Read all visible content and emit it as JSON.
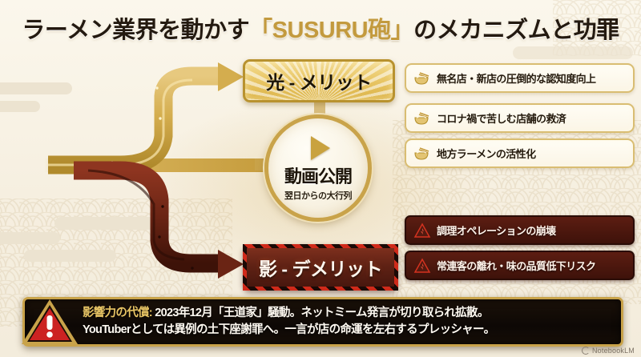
{
  "title": {
    "pre": "ラーメン業界を動かす",
    "highlight": "「SUSURU砲」",
    "post": "のメカニズムと功罪"
  },
  "hub": {
    "main": "動画公開",
    "sub": "翌日からの大行列",
    "play_icon": "play-icon"
  },
  "banners": {
    "light": {
      "label": "光 - メリット",
      "color": "#dcb347"
    },
    "dark": {
      "label": "影 - デメリット",
      "color": "#5e2114"
    }
  },
  "merits": [
    {
      "label": "無名店・新店の圧倒的な認知度向上",
      "icon": "ramen-bowl-icon"
    },
    {
      "label": "コロナ禍で苦しむ店舗の救済",
      "icon": "ramen-bowl-icon"
    },
    {
      "label": "地方ラーメンの活性化",
      "icon": "ramen-bowl-icon"
    }
  ],
  "demerits": [
    {
      "label": "調理オペレーションの崩壊",
      "icon": "warning-triangle-icon"
    },
    {
      "label": "常連客の離れ・味の品質低下リスク",
      "icon": "warning-triangle-icon"
    }
  ],
  "alert": {
    "icon": "exclamation-triangle-icon",
    "label": "影響力の代償:",
    "line1": " 2023年12月「王道家」騒動。ネットミーム発言が切り取られ拡散。",
    "line2": "YouTuberとしては異例の土下座謝罪へ。一言が店の命運を左右するプレッシャー。"
  },
  "watermark": {
    "text": "NotebookLM",
    "icon": "notebooklm-icon"
  },
  "colors": {
    "background": "#f7f2e6",
    "gold": "#c9a34a",
    "dark_red": "#5e2114",
    "ink": "#241a10"
  }
}
